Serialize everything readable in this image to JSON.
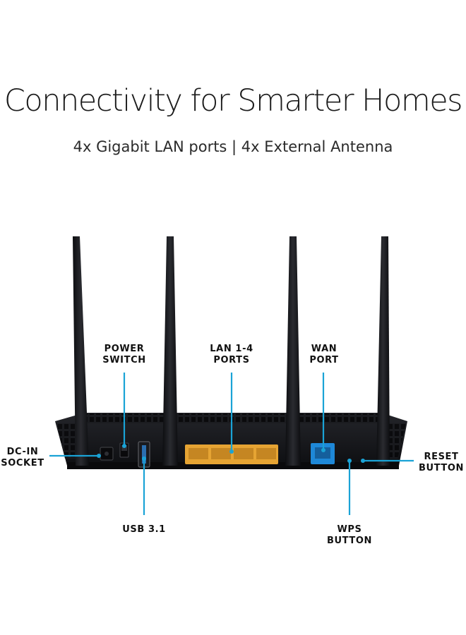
{
  "headline": "Connectivity for Smarter Homes",
  "subheadline": "4x Gigabit LAN ports | 4x External Antenna",
  "callouts": {
    "power_switch": "POWER\nSWITCH",
    "lan_ports": "LAN 1-4\nPORTS",
    "wan_port": "WAN\nPORT",
    "dc_in": "DC-IN\nSOCKET",
    "reset": "RESET\nBUTTON",
    "usb": "USB 3.1",
    "wps": "WPS\nBUTTON"
  },
  "colors": {
    "callout_line": "#1aa3d6",
    "router_body": "#15161a",
    "lan_port": "#e6a433",
    "wan_port": "#1e88d8"
  }
}
